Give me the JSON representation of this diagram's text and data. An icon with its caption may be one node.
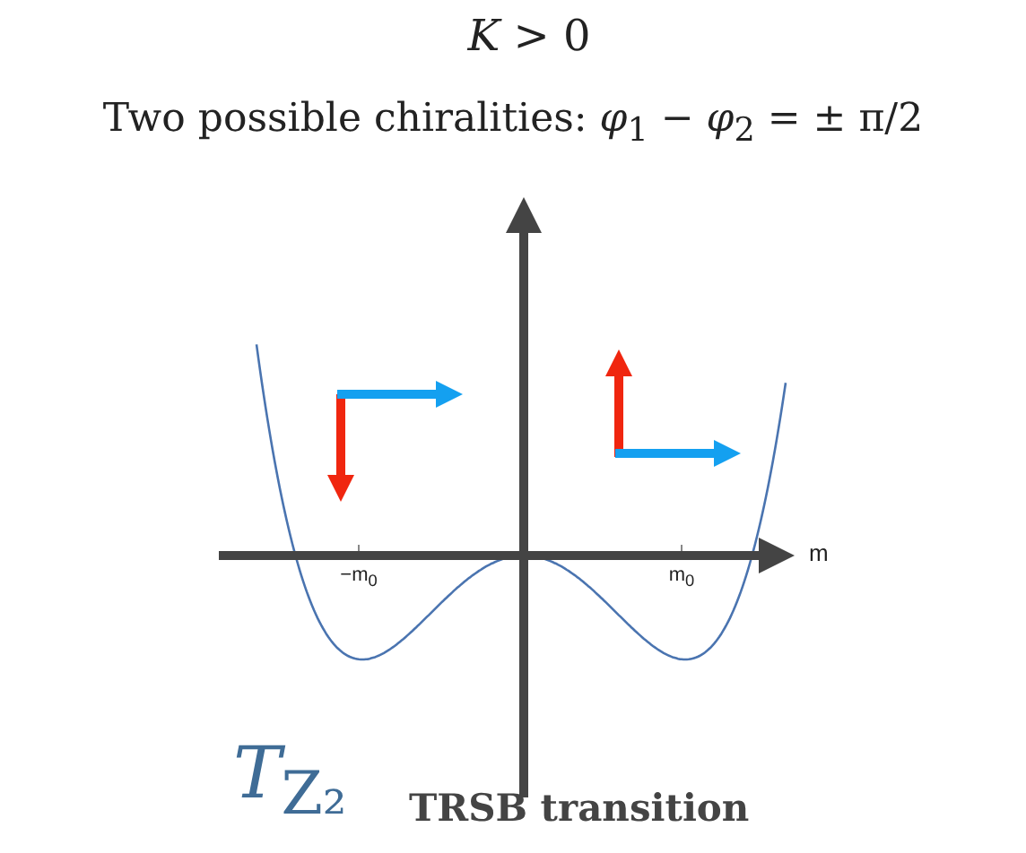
{
  "diagram": {
    "labels": [
      "*K* > 0",
      "Two possible chiralities: *φ*$_{1}$ − *φ*$_{2}$ = ± π/2",
      "−m$_{0}$",
      "m$_{0}$",
      "m",
      "*T*$_{Z₂}$",
      "TRSB transition"
    ]
  }
}
